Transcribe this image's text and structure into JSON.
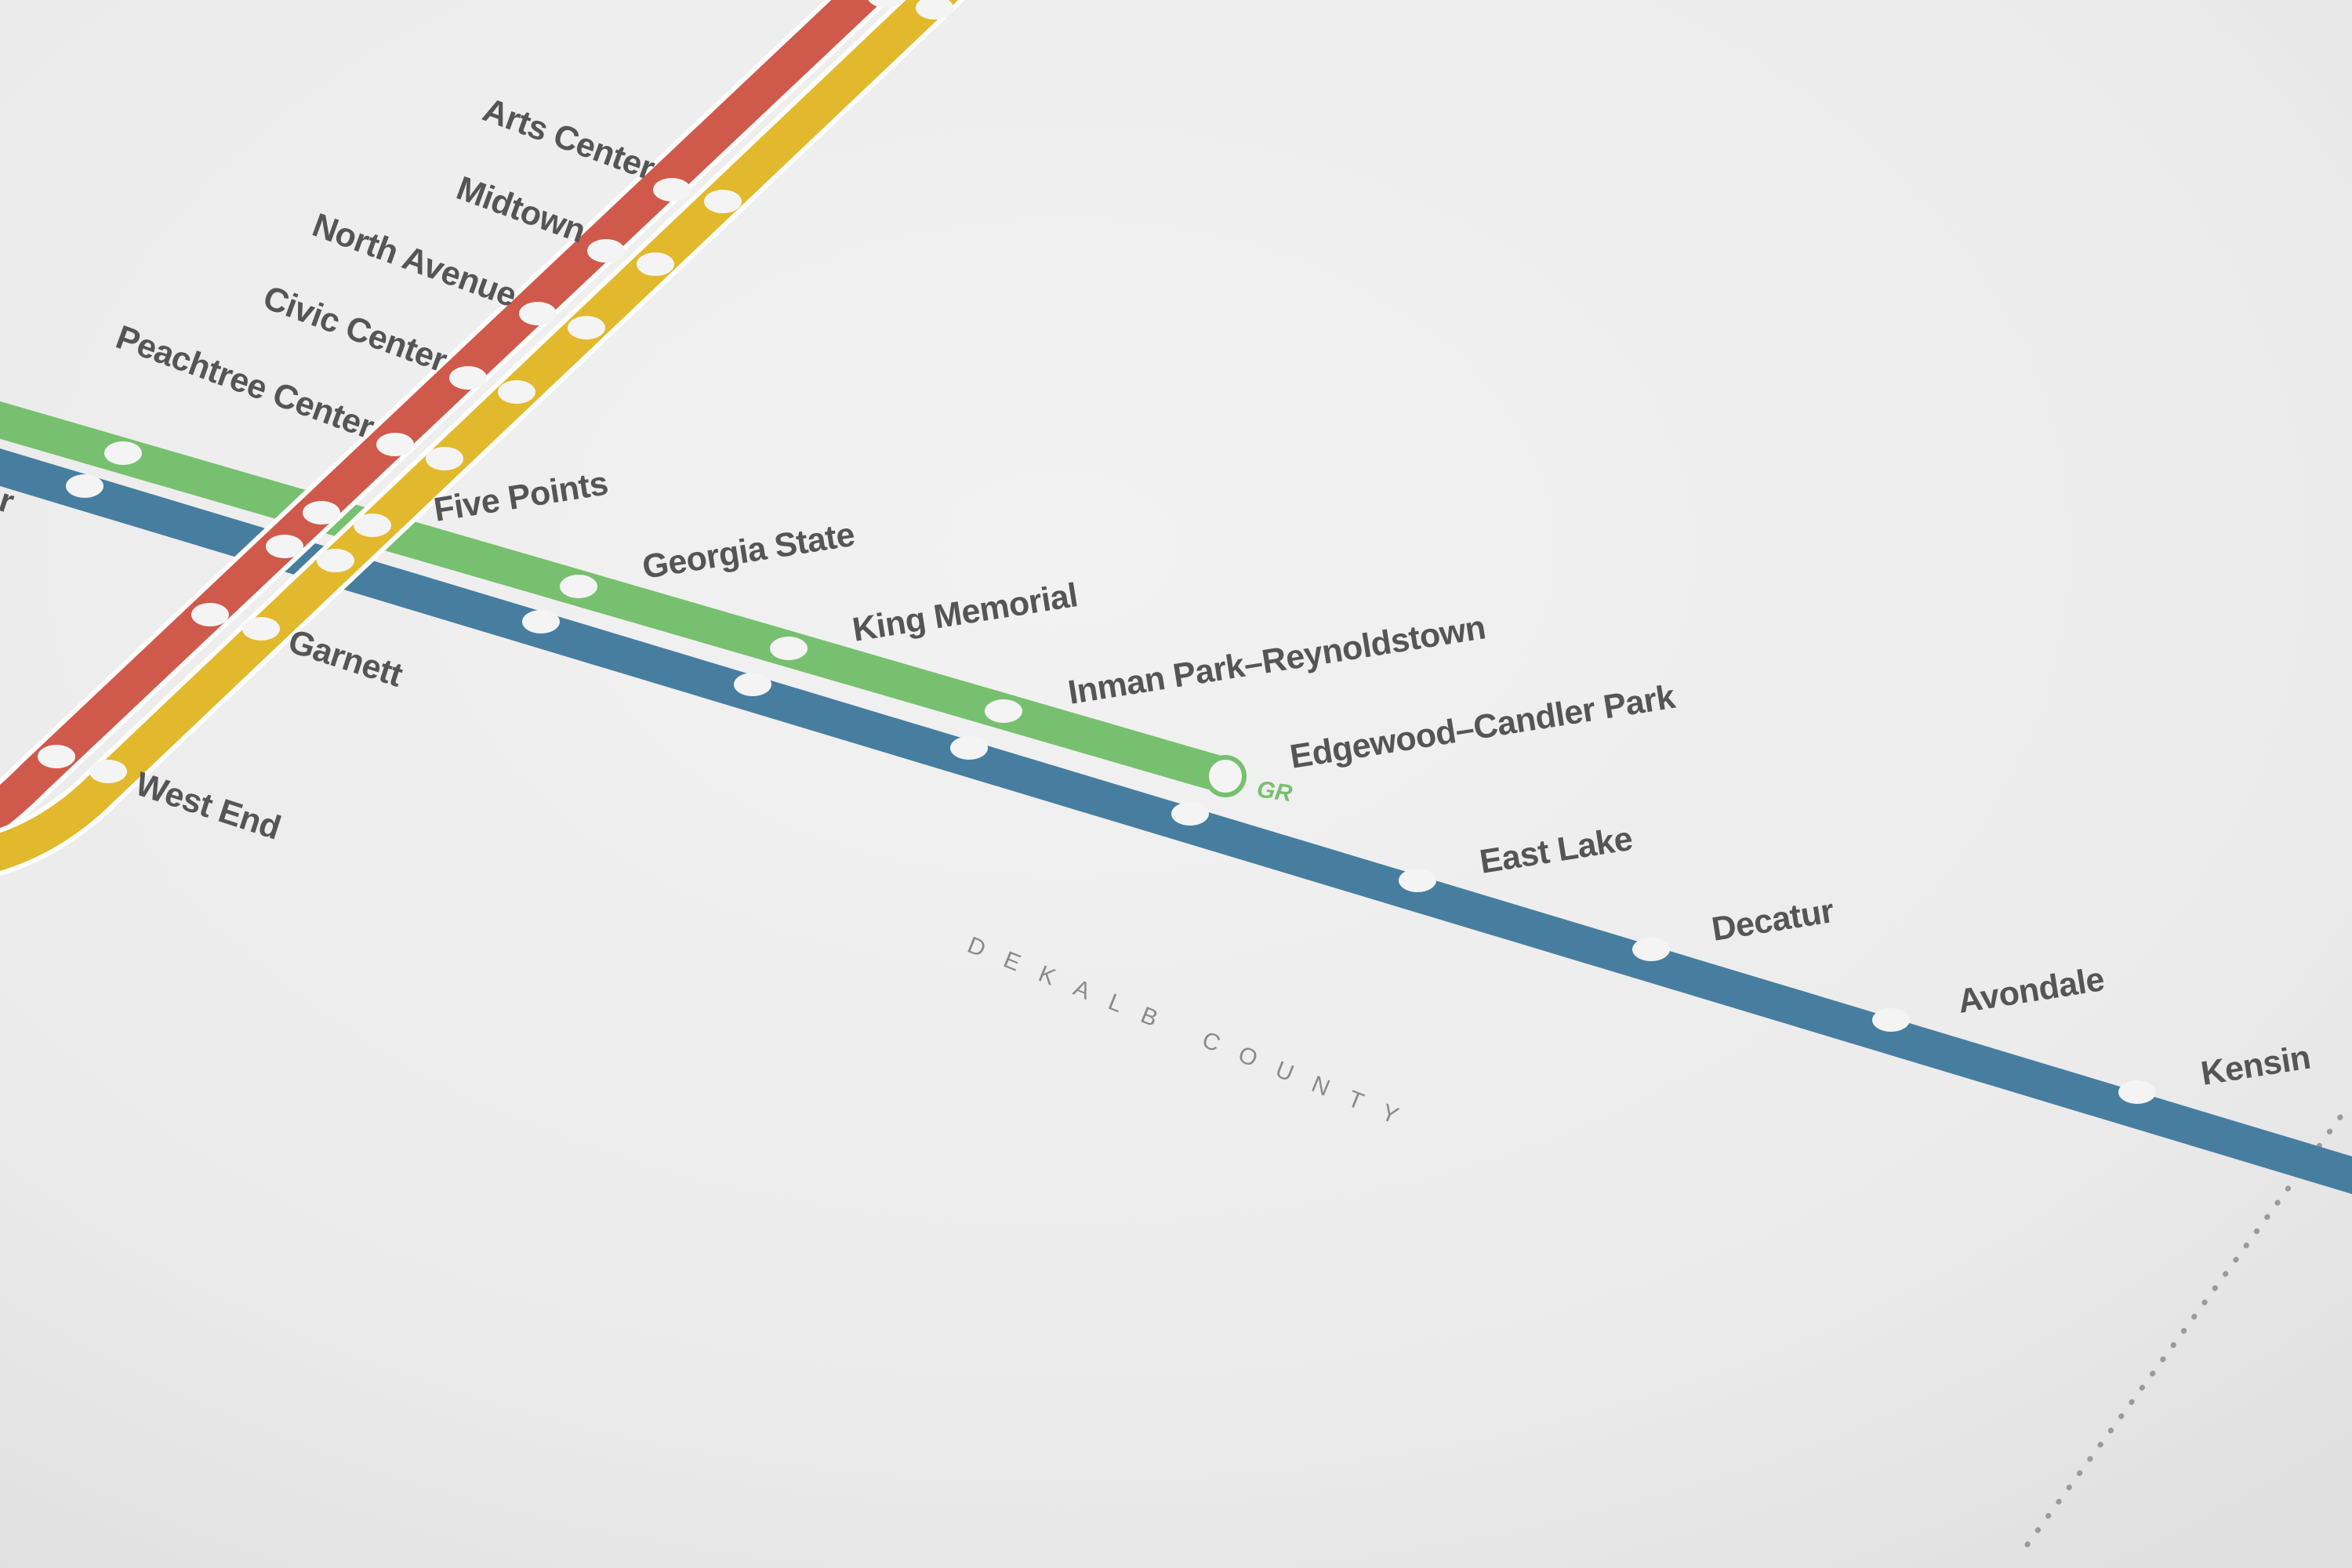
{
  "colors": {
    "paper": "#ededed",
    "red_line": "#cf5a4b",
    "gold_line": "#e2b92d",
    "green_line": "#77c06f",
    "blue_line": "#477e9f",
    "station_fill": "#f4f4f4",
    "label_text": "#555555",
    "county_text": "#8a8a8a",
    "dotted_line": "#9a9a9a"
  },
  "lines": [
    {
      "id": "red",
      "color": "#cf5a4b"
    },
    {
      "id": "gold",
      "color": "#e2b92d"
    },
    {
      "id": "green",
      "color": "#77c06f",
      "terminus_code": "GR"
    },
    {
      "id": "blue",
      "color": "#477e9f"
    }
  ],
  "stations": {
    "arts_center": "Arts Center",
    "midtown": "Midtown",
    "north_avenue": "North Avenue",
    "civic_center": "Civic Center",
    "peachtree_center": "Peachtree Center",
    "five_points": "Five Points",
    "garnett": "Garnett",
    "west_end": "West End",
    "georgia_state": "Georgia State",
    "king_memorial": "King Memorial",
    "inman_park": "Inman Park–Reynoldstown",
    "edgewood": "Edgewood–Candler Park",
    "east_lake": "East Lake",
    "decatur": "Decatur",
    "avondale": "Avondale",
    "kensington": "Kensin",
    "cut_off_left": "r"
  },
  "green_terminus_code": "GR",
  "county_label": "DEKALB COUNTY",
  "icons": {
    "station_marker": "white-oval-dot",
    "county_boundary": "dotted-line"
  }
}
